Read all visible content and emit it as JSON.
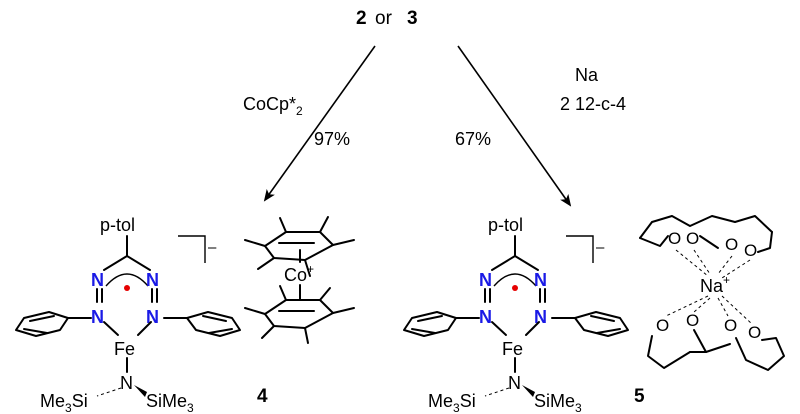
{
  "header": {
    "left_number": "2",
    "connector": "or",
    "right_number": "3"
  },
  "left_arrow": {
    "reagent": "CoCp*",
    "reagent_subscript": "2",
    "yield": "97%"
  },
  "right_arrow": {
    "reagent": "Na",
    "reagent_line2": "2 12-c-4",
    "yield": "67%"
  },
  "complex_labels": {
    "substituent": "p-tol",
    "metal": "Fe",
    "amide_n": "N",
    "silyl_left": "Me",
    "silyl_left_sub": "3",
    "silyl_left_si": "Si",
    "silyl_right_si": "SiMe",
    "silyl_right_sub": "3",
    "ring_n": "N",
    "charge_minus": "–"
  },
  "cation_left": {
    "metal": "Co",
    "charge": "+"
  },
  "cation_right": {
    "metal": "Na",
    "charge": "+",
    "oxygen": "O"
  },
  "compounds": {
    "left": "4",
    "right": "5"
  },
  "colors": {
    "nitrogen": "#1a1ae6",
    "radical": "#e60000",
    "bond": "#000000"
  }
}
